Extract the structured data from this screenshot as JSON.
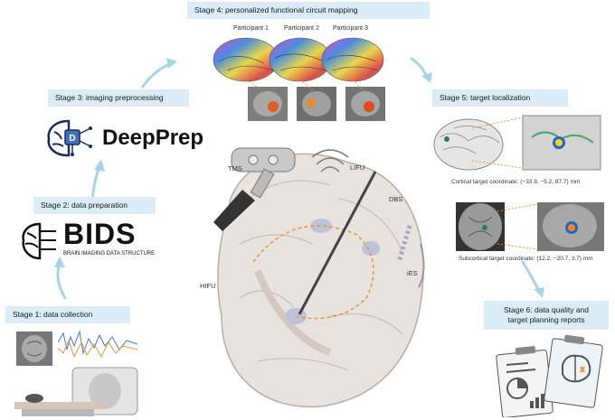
{
  "stages": {
    "s1": "Stage 1: data collection",
    "s2": "Stage 2: data preparation",
    "s3": "Stage 3: imaging preprocessing",
    "s4": "Stage 4: personalized functional circuit mapping",
    "s5": "Stage 5: target localization",
    "s6_line1": "Stage 6: data quality and",
    "s6_line2": "target planning reports"
  },
  "participants": [
    "Participant 1",
    "Participant 2",
    "Participant 3"
  ],
  "logos": {
    "deepprep": "DeepPrep",
    "bids": "BIDS",
    "bids_sub": "BRAIN IMAGING DATA STRUCTURE"
  },
  "tools": {
    "tms": "TMS",
    "lifu": "LIFU",
    "dbs": "DBS",
    "hifu": "HIFU",
    "ies": "iES"
  },
  "targets": {
    "cortical": "Cortical target coordinate: (−33.9, −5.2, 87.7) mm",
    "subcortical": "Subcortical target coordinate: (12.2, −20.7, 3.7) mm"
  },
  "colors": {
    "stage_bg": "#d9ecf7",
    "arrow": "#a8d4e8",
    "accent_orange": "#e7962b",
    "brain_tissue": "#e9e3df"
  }
}
